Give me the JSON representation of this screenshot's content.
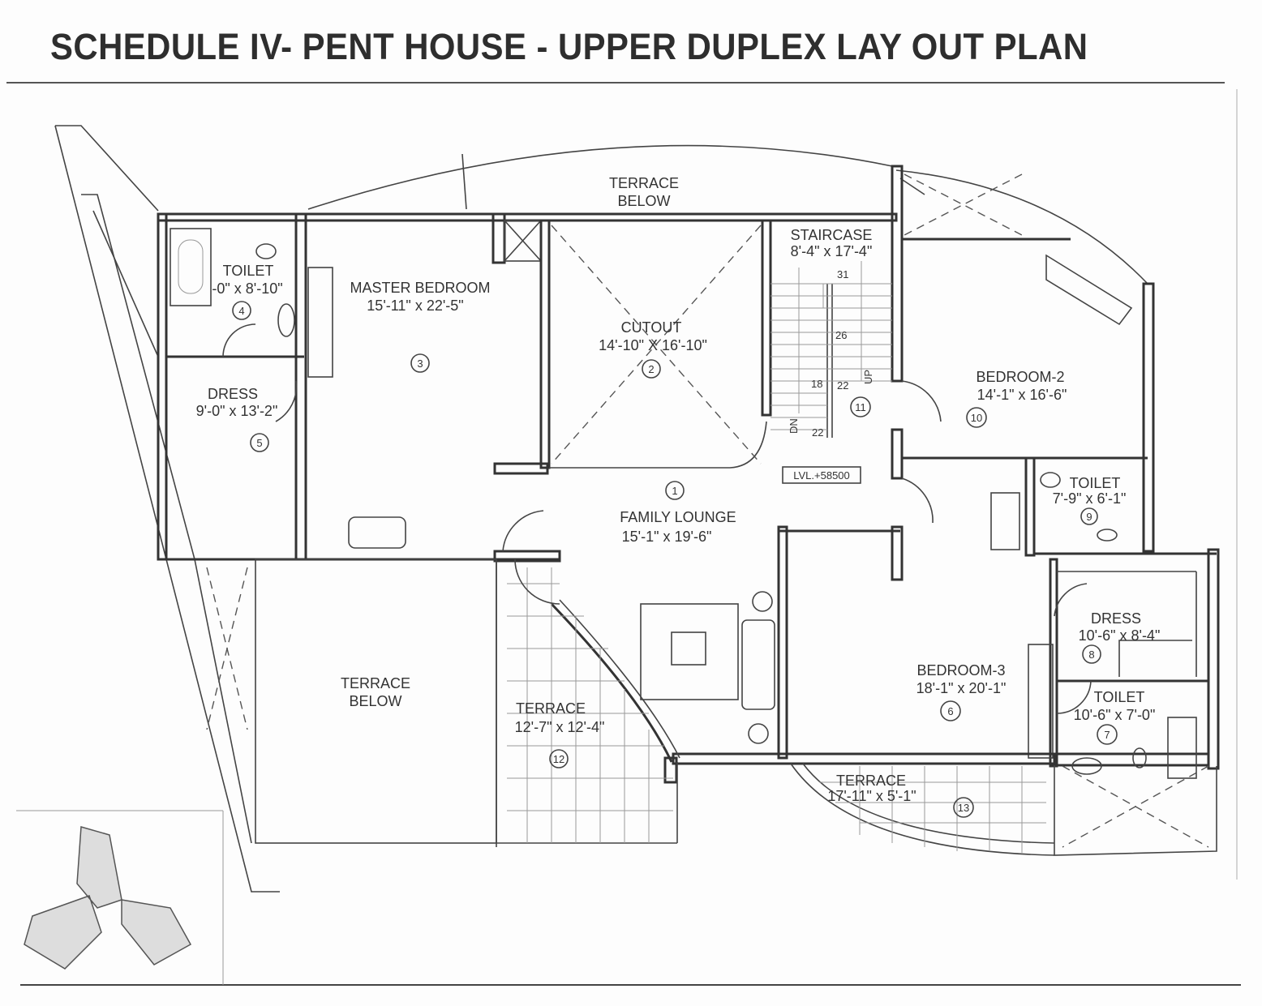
{
  "title": "SCHEDULE IV- PENT HOUSE - UPPER DUPLEX LAY OUT PLAN",
  "level": "LVL.+58500",
  "rooms": [
    {
      "no": "1",
      "name": "FAMILY LOUNGE",
      "size": "15'-1\" x 19'-6\""
    },
    {
      "no": "2",
      "name": "CUTOUT",
      "size": "14'-10\" X 16'-10\""
    },
    {
      "no": "3",
      "name": "MASTER BEDROOM",
      "size": "15'-11\" x 22'-5\""
    },
    {
      "no": "4",
      "name": "TOILET",
      "size": "-0\" x 8'-10\""
    },
    {
      "no": "5",
      "name": "DRESS",
      "size": "9'-0\" x 13'-2\""
    },
    {
      "no": "6",
      "name": "BEDROOM-3",
      "size": "18'-1\" x 20'-1\""
    },
    {
      "no": "7",
      "name": "TOILET",
      "size": "10'-6\" x 7'-0\""
    },
    {
      "no": "8",
      "name": "DRESS",
      "size": "10'-6\" x 8'-4\""
    },
    {
      "no": "9",
      "name": "TOILET",
      "size": "7'-9\" x 6'-1\""
    },
    {
      "no": "10",
      "name": "BEDROOM-2",
      "size": "14'-1\" x 16'-6\""
    },
    {
      "no": "11",
      "name": "STAIRCASE",
      "size": "8'-4\" x 17'-4\""
    },
    {
      "no": "12",
      "name": "TERRACE",
      "size": "12'-7\" x 12'-4\""
    },
    {
      "no": "13",
      "name": "TERRACE",
      "size": "17'-11\" x 5'-1\""
    }
  ],
  "terrace_below": [
    "TERRACE",
    "BELOW"
  ],
  "stairs": {
    "steps": [
      "31",
      "26",
      "18",
      "22",
      "22"
    ],
    "up": "UP",
    "down": "DN"
  }
}
